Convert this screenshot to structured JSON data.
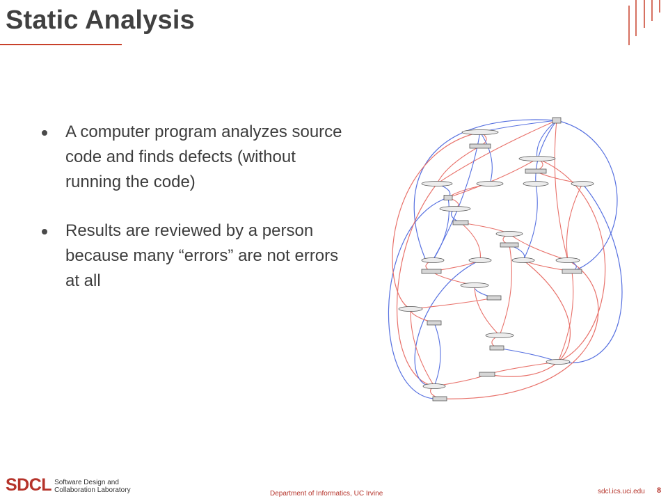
{
  "slide": {
    "title": "Static Analysis",
    "bullets": [
      "A computer program analyzes source code and finds defects (without running the code)",
      "Results are reviewed by a person because many “errors” are not errors at all"
    ]
  },
  "footer": {
    "logo": "SDCL",
    "logo_line1": "Software Design and",
    "logo_line2": "Collaboration Laboratory",
    "department": "Department of Informatics, UC Irvine",
    "url": "sdcl.ics.uci.edu",
    "page_number": "8"
  },
  "colors": {
    "accent": "#c8412a",
    "edge_red": "#e8716a",
    "edge_blue": "#5670e0",
    "node_fill": "#ececec",
    "node_stroke": "#555555"
  },
  "graph_icon": "call-graph-figure"
}
